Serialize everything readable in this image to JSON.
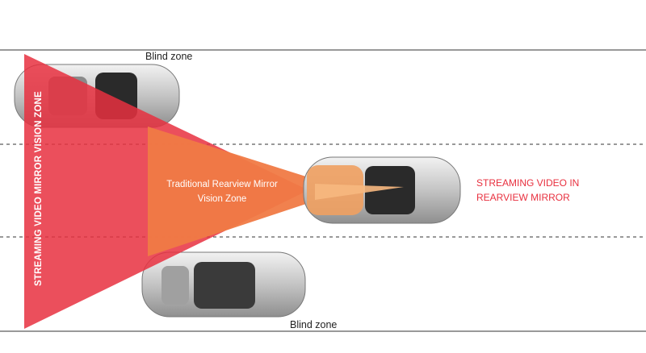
{
  "labels": {
    "blind_zone_top": "Blind zone",
    "blind_zone_bottom": "Blind zone",
    "traditional_line1": "Traditional Rearview Mirror",
    "traditional_line2": "Vision Zone",
    "streaming_line1": "STREAMING VIDEO IN",
    "streaming_line2": "REARVIEW MIRROR",
    "streaming_vertical": "STREAMING VIDEO MIRROR VISION ZONE"
  },
  "colors": {
    "streaming_zone": "#e8303f",
    "traditional_zone": "#f07a45",
    "streaming_text": "#e8303f",
    "car_body": "#c9c9c9",
    "road_line": "#333333"
  }
}
